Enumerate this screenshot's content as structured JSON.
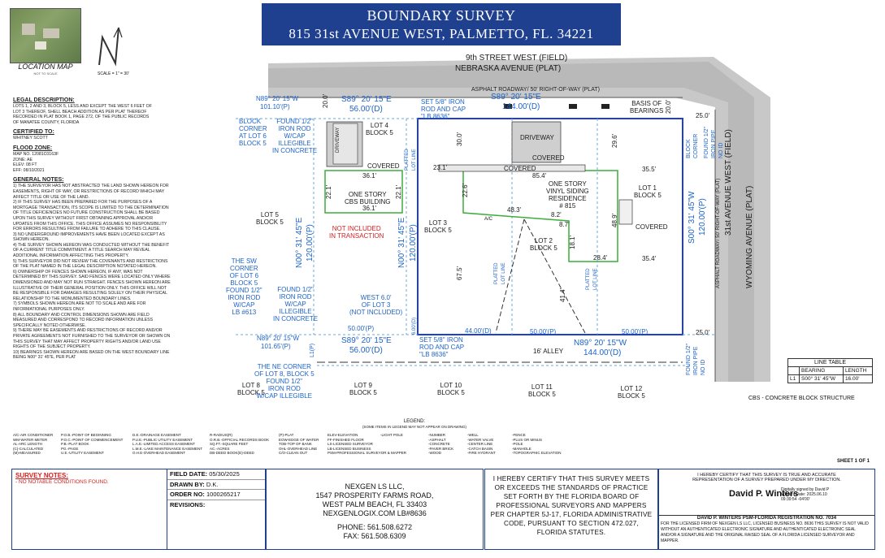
{
  "header": {
    "title": "BOUNDARY SURVEY",
    "address": "815 31st AVENUE WEST, PALMETTO, FL. 34221"
  },
  "location_map": {
    "label": "LOCATION MAP",
    "sub": "NOT TO SCALE"
  },
  "scale": "SCALE = 1\" = 30'",
  "legal": {
    "heading": "LEGAL DESCRIPTION:",
    "text": "LOTS 1, 2 AND 3, BLOCK 5, LESS AND EXCEPT THE WEST 6 FEET OF LOT 3 THEREOF, SHELL BEACH ADDITION AS PER PLAT THEREOF RECORDED IN PLAT BOOK 1, PAGE 272, OF THE PUBLIC RECORDS OF MANATEE COUNTY, FLORIDA"
  },
  "certified": {
    "heading": "CERTIFIED TO:",
    "name": "WHITNEY SCOTT"
  },
  "flood": {
    "heading": "FLOOD ZONE:",
    "lines": [
      "MAP NO. 12081C0163F",
      "ZONE: AE",
      "ELEV: 08 FT",
      "EFF: 08/10/2021"
    ]
  },
  "general_notes": {
    "heading": "GENERAL NOTES:",
    "items": [
      "1) THE SURVEYOR HAS NOT ABSTRACTED THE LAND SHOWN HEREON FOR EASEMENTS, RIGHT OF WAY, OR RESTRICTIONS OF RECORD WHICH MAY AFFECT TITLE OR USE OF THE LAND.",
      "2) IF THIS SURVEY HAS BEEN PREPARED FOR THE PURPOSES OF A MORTGAGE TRANSACTION, ITS SCOPE IS LIMITED TO THE DETERMINATION OF TITLE DEFICIENCIES NO FUTURE CONSTRUCTION SHALL BE BASED UPON THIS SURVEY WITHOUT FIRST OBTAINING APPROVAL AND/OR UPDATES FROM THIS OFFICE. THIS OFFICE ASSUMES NO RESPONSIBILITY FOR ERRORS RESULTING FROM FAILURE TO ADHERE TO THIS CLAUSE.",
      "3) NO UNDERGROUND IMPROVEMENTS HAVE BEEN LOCATED EXCEPT AS SHOWN HEREON.",
      "4) THE SURVEY SHOWN HEREON WAS CONDUCTED WITHOUT THE BENEFIT OF A CURRENT TITLE COMMITMENT. A TITLE SEARCH MAY REVEAL ADDITIONAL INFORMATION AFFECTING THIS PROPERTY.",
      "5) THIS SURVEYOR DID NOT REVIEW THE COVENANTS AND RESTRICTIONS OF THE PLAT NAMED IN THE LEGAL DESCRIPTION NOTATED HEREON.",
      "6) OWNERSHIP OF FENCES SHOWN HEREON, IF ANY, WAS NOT DETERMINED BY THIS SURVEY. SAID FENCES WERE LOCATED ONLY WHERE DIMENSIONED AND MAY NOT RUN STRAIGHT. FENCES SHOWN HEREON ARE ILLUSTRATIVE OF THEIR GENERAL POSITION ONLY. THIS OFFICE WILL NOT BE RESPONSIBLE FOR DAMAGES RESULTING SOLELY ON THEIR PHYSICAL RELATIONSHIP TO THE MONUMENTED BOUNDARY LINES.",
      "7) SYMBOLS SHOWN HEREON ARE NOT TO SCALE AND ARE FOR INFORMATIONAL PURPOSES ONLY.",
      "8) ALL BOUNDARY AND CONTROL DIMENSIONS SHOWN ARE FIELD MEASURED AND CORRESPOND TO RECORD INFORMATION UNLESS SPECIFICALLY NOTED OTHERWISE.",
      "9) THERE MAY BE EASEMENTS AND RESTRICTIONS OF RECORD AND/OR PRIVATE AGREEMENTS NOT FURNISHED TO THE SURVEYOR OR SHOWN ON THIS SURVEY THAT MAY AFFECT PROPERTY RIGHTS AND/OR LAND USE RIGHTS OF THE SUBJECT PROPERTY.",
      "10) BEARINGS SHOWN HEREON ARE BASED ON THE WEST BOUNDARY LINE BEING N00° 31' 45\"E, PER PLAT"
    ]
  },
  "survey": {
    "road_north_field": "9th STREET WEST (FIELD)",
    "road_north_plat": "NEBRASKA AVENUE (PLAT)",
    "road_north_row": "ASPHALT ROADWAY/ 50' RIGHT-OF-WAY (PLAT)",
    "road_east_field": "31st AVENUE WEST (FIELD)",
    "road_east_plat": "WYOMING AVENUE (PLAT)",
    "road_east_row": "ASPHALT ROADWAY/ 50' RIGHT-OF-WAY (PLAT)",
    "basis": "BASIS OF\nBEARINGS",
    "north_bearing": "S89° 20' 15\"E",
    "north_dist": "144.00'(D)",
    "south_bearing": "N89° 20' 15\"W",
    "south_dist": "144.00'(D)",
    "east_bearing": "S00° 31' 45\"W",
    "east_dist": "120.00'(P)",
    "west_bearing": "N00° 31' 45\"E",
    "west_dist": "120.00'(P)",
    "lot4_north_bearing": "S89° 20' 15\"E",
    "lot4_north_dist": "56.00'(D)",
    "lot4_south_bearing": "S89° 20' 15\"E",
    "lot4_south_dist": "56.00'(D)",
    "lot5_bearing": "N00° 31' 45\"E",
    "lot5_dist": "120.00'(P)",
    "nw_bearing": "N89° 20' 15\"W",
    "nw_dist": "101.10'(P)",
    "sw_bearing": "N89° 20' 15\"W",
    "sw_dist": "101.65'(P)",
    "set_rod_ne": "SET 5/8\" IRON\nROD AND CAP\n\"LB 8636\"",
    "set_rod_sw": "SET 5/8\" IRON\nROD AND CAP\n\"LB 8636\"",
    "block_corner_lot6": "BLOCK\nCORNER\nAT LOT 6\nBLOCK 5",
    "found_rod_top": "FOUND 1/2\"\nIRON ROD\nW/CAP\nILLEGIBLE\nIN CONCRETE",
    "block_corner_ne": "BLOCK\nCORNER",
    "found_pipe_ne": "FOUND 1/2\"\nIRON PIPE\nNO ID",
    "found_pipe_se": "FOUND 1/2\"\nIRON PIPE\nNO ID",
    "sw_corner_lot6": "THE SW\nCORNER\nOF LOT 6\nBLOCK 5\nFOUND 1/2\"\nIRON ROD\nW/CAP\nLB #613",
    "found_rod_mid": "FOUND 1/2\"\nIRON ROD\nW/CAP\nILLEGIBLE\nIN CONCRETE",
    "ne_corner_lot8": "THE NE CORNER\nOF LOT 8, BLOCK 5\nFOUND 1/2\"\nIRON ROD\nW/CAP ILLEGIBLE",
    "not_included": "NOT INCLUDED\nIN TRANSACTION",
    "west6": "WEST 6.0'\nOF LOT 3\n(NOT INCLUDED)",
    "lot1": "LOT 1\nBLOCK 5",
    "lot2": "LOT 2\nBLOCK 5",
    "lot3": "LOT 3\nBLOCK 5",
    "lot4": "LOT 4\nBLOCK 5",
    "lot5": "LOT 5\nBLOCK 5",
    "lot8": "LOT 8\nBLOCK 5",
    "lot9": "LOT 9\nBLOCK 5",
    "lot10": "LOT 10\nBLOCK 5",
    "lot11": "LOT 11\nBLOCK 5",
    "lot12": "LOT 12\nBLOCK 5",
    "residence": "ONE STORY\nVINYL SIDING\nRESIDENCE\n# 815",
    "cbs_building": "ONE STORY\nCBS BUILDING",
    "driveway_main": "DRIVEWAY",
    "driveway_lot4": "DRIVEWAY",
    "covered": "COVERED",
    "alley": "16' ALLEY",
    "platted_lot_line": "PLATTED\nLOT LINE",
    "dims": [
      "23.1'",
      "85.4'",
      "35.5'",
      "30.0'",
      "29.6'",
      "22.6'",
      "48.3'",
      "8.2'",
      "8.7'",
      "48.9'",
      "18.1'",
      "28.4'",
      "35.4'",
      "67.5'",
      "41.4'",
      "36.1'",
      "36.1'",
      "22.1'",
      "22.1'",
      "20.0'",
      "20.0'",
      "25.0'",
      "25.0'",
      "44.00'(D)",
      "50.00'(P)",
      "50.00'(P)",
      "50.00'(P)",
      "6.00'(D)",
      "L1(P)"
    ],
    "ac": "A/C"
  },
  "line_table": {
    "title": "LINE TABLE",
    "headers": [
      "BEARING",
      "LENGTH"
    ],
    "rows": [
      [
        "L1",
        "S00° 31' 45\"W",
        "16.00'"
      ]
    ]
  },
  "cbs_note": "CBS - CONCRETE BLOCK STRUCTURE",
  "sheet": "SHEET 1 OF 1",
  "legend": {
    "title": "LEGEND:",
    "subtitle": "(SOME ITEMS IN LEGEND MAY NOT APPEAR ON DRAWING)",
    "col1": [
      "A/C-AIR CONDITIONER",
      "WM-WATER METER",
      "AL-ARC LENGTH",
      "(C)-CALCULATED",
      "(M)-MEASURED"
    ],
    "col2": [
      "P.O.B.-POINT OF BEGINNING",
      "P.O.C.-POINT OF COMMENCEMENT",
      "P.B.-PLAT BOOK",
      "PG.-PAGE",
      "U.E.-UTILITY EASEMENT"
    ],
    "col3": [
      "D.E.-DRAINAGE EASEMENT",
      "P.U.E.-PUBLIC UTILITY EASEMENT",
      "L.A.E.-LIMITED ACCESS EASEMENT",
      "L.M.E.-LAKE MAINTENANCE EASEMENT",
      "O.H.E-OVERHEAD EASEMENT"
    ],
    "col4": [
      "R-RADIUS(R)",
      "O.R.B.-OFFICIAL RECORDS BOOK",
      "SQ.FT.-SQUARE FEET",
      "AC.-ACRES",
      "DB-DEED BOOK(D)-DEED"
    ],
    "col5": [
      "(P)-PLAT",
      "EOW-EDGE OF WATER",
      "TOB-TOP OF BANK",
      "OHL-OVERHEAD LINE",
      "C/O-CLEAN OUT"
    ],
    "col6": [
      "ELEV-ELEVATION",
      "FF-FINISHED FLOOR",
      "LS-LICENSED SURVEYOR",
      "LB-LICENSED BUSINESS",
      "PSM-PROFESSIONAL SURVEYOR & MAPPER"
    ],
    "col7": [
      "-LIGHT POLE"
    ],
    "col8": [
      "-NUMBER",
      "-ASPHALT",
      "-CONCRETE",
      "-PAVER BRICK",
      "-WOOD"
    ],
    "col9": [
      "-WELL",
      "-WATER VALVE",
      "-CENTER LINE",
      "-CATCH BASIN",
      "-FIRE HYDRANT"
    ],
    "col10": [
      "-FENCE",
      "-PLUS OR MINUS",
      "-POLE",
      "-MANHOLE",
      "-TOPOGRAPHIC ELEVATION"
    ]
  },
  "survey_notes": {
    "heading": "SURVEY NOTES:",
    "body": "- NO NOTABLE CONDITIONS FOUND."
  },
  "field_info": {
    "field_date_label": "FIELD DATE:",
    "field_date": "05/30/2025",
    "drawn_by_label": "DRAWN BY:",
    "drawn_by": "D.K.",
    "order_label": "ORDER NO:",
    "order": "1000265217",
    "revisions_label": "REVISIONS:"
  },
  "company": {
    "name": "NEXGEN LS LLC,",
    "addr1": "1547 PROSPERITY FARMS ROAD,",
    "addr2": "WEST PALM BEACH, FL 33403",
    "web": "NEXGENLOGIX.COM  LB#8636",
    "phone": "PHONE: 561.508.6272",
    "fax": "FAX: 561.508.6309"
  },
  "certification": "I HEREBY CERTIFY THAT THIS SURVEY MEETS OR EXCEEDS THE STANDARDS OF PRACTICE SET FORTH BY THE FLORIDA BOARD OF PROFESSIONAL SURVEYORS AND MAPPERS PER CHAPTER 5J-17, FLORIDA ADMINISTRATIVE CODE, PURSUANT TO SECTION 472.027, FLORIDA STATUTES.",
  "seal": {
    "top": "I HEREBY CERTIFY THAT THIS SURVEY IS TRUE AND ACCURATE REPRESENTATION OF A SURVEY PREPARED UNDER MY DIRECTION.",
    "sig_name": "David P. Winters",
    "digital": "Digitally signed by David P Winters Date: 2025.06.10 09:39:54 -04'00'",
    "line": "DAVID P. WINTERS PSM-FLORIDA REGISTRATION NO. 7034",
    "bottom": "FOR THE LICENSED FIRM OF NEXGEN LS LLC, LICENSED BUSINESS NO. 8636 THIS SURVEY IS NOT VALID WITHOUT AN AUTHENTICATED ELECTRONIC SIGNATURE AND AUTHENTICATED ELECTRONIC SEAL AND/OR A SIGNATURE AND THE ORIGINAL RAISED SEAL OF A FLORIDA LICENSED SURVEYOR AND MAPPER."
  }
}
